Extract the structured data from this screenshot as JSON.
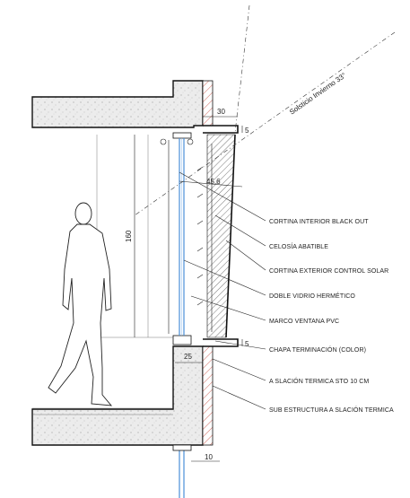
{
  "sun_angle_label": "Solsticio Invierno 33°",
  "dimensions": {
    "top_overhang": "30",
    "top_slab_edge": "5",
    "louver_depth": "45.6",
    "window_height": "160",
    "bottom_slab_edge": "5",
    "sill_depth": "25",
    "foot": "10"
  },
  "callouts": [
    "CORTINA INTERIOR BLACK OUT",
    "CELOSÍA ABATIBLE",
    "CORTINA EXTERIOR CONTROL SOLAR",
    "DOBLE VIDRIO HERMÉTICO",
    "MARCO VENTANA PVC",
    "CHAPA TERMINACIÓN (COLOR)",
    "A SLACIÓN TERMICA STO 10 CM",
    "SUB ESTRUCTURA A SLACIÓN TERMICA"
  ],
  "colors": {
    "hatch": "#b0b0b0",
    "insulation": "#c0392b",
    "glass": "#4a90d9"
  }
}
